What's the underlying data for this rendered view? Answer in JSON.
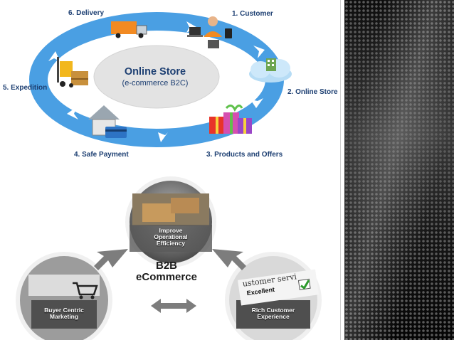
{
  "top_diagram": {
    "center_title": "Online Store",
    "center_subtitle": "(e-commerce B2C)",
    "steps": [
      {
        "label": "1. Customer"
      },
      {
        "label": "2. Online Store"
      },
      {
        "label": "3. Products and Offers"
      },
      {
        "label": "4. Safe Payment"
      },
      {
        "label": "5. Expedition"
      },
      {
        "label": "6. Delivery"
      }
    ],
    "ring_color": "#4a9fe3",
    "center_color": "#e3e3e3",
    "text_color": "#1d3f72"
  },
  "bottom_diagram": {
    "center_line1": "B2B",
    "center_line2": "eCommerce",
    "circles": [
      {
        "line1": "Improve",
        "line2": "Operational",
        "line3": "Efficiency"
      },
      {
        "line1": "Buyer Centric",
        "line2": "Marketing"
      },
      {
        "line1": "Rich Customer",
        "line2": "Experience"
      }
    ],
    "card_text_1": "ustomer servi",
    "card_text_2": "Excellent"
  }
}
